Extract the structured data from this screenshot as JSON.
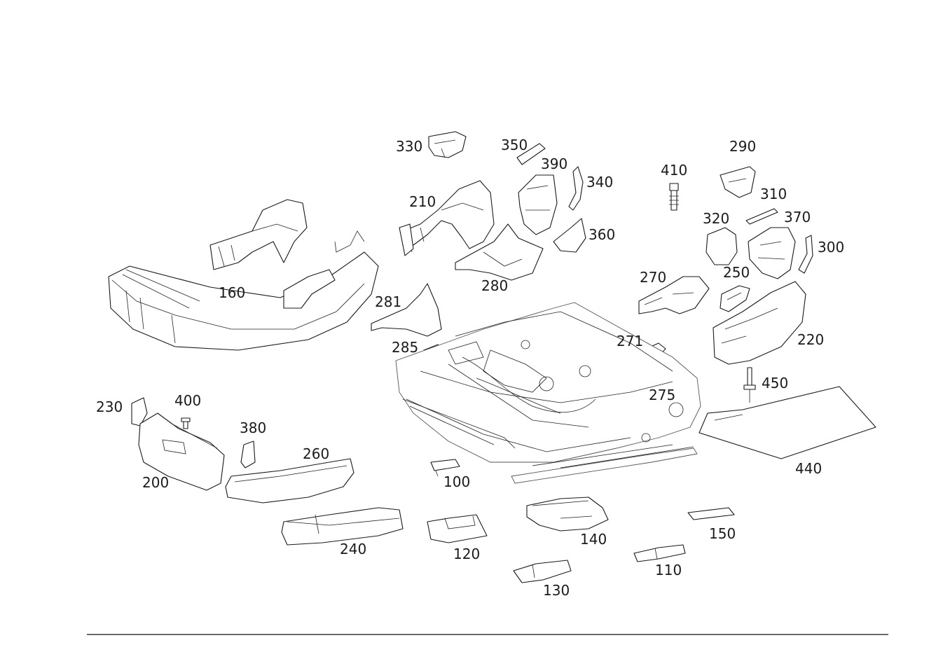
{
  "diagram": {
    "callouts": {
      "c100": "100",
      "c110": "110",
      "c120": "120",
      "c130": "130",
      "c140": "140",
      "c150": "150",
      "c160": "160",
      "c200": "200",
      "c210": "210",
      "c220": "220",
      "c230": "230",
      "c240": "240",
      "c250": "250",
      "c260": "260",
      "c270": "270",
      "c271": "271",
      "c275": "275",
      "c280": "280",
      "c281": "281",
      "c285": "285",
      "c290": "290",
      "c300": "300",
      "c310": "310",
      "c320": "320",
      "c330": "330",
      "c340": "340",
      "c350": "350",
      "c360": "360",
      "c370": "370",
      "c380": "380",
      "c390": "390",
      "c400": "400",
      "c410": "410",
      "c440": "440",
      "c450": "450"
    }
  }
}
